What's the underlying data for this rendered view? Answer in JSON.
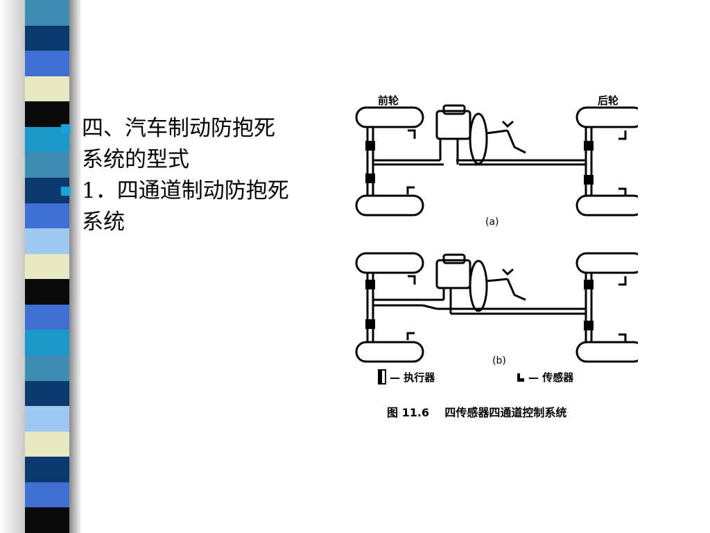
{
  "slide": {
    "bullets": [
      {
        "text": "四、汽车制动防抱死系统的型式"
      },
      {
        "text": "1．四通道制动防抱死系统"
      }
    ],
    "stripe_colors": [
      "#3d8db5",
      "#0a3a6e",
      "#3f6fd0",
      "#e8e8c0",
      "#0a0a0a",
      "#1a9ac8",
      "#3d8db5",
      "#0a3a6e",
      "#3f6fd0",
      "#9ec8f0",
      "#e8e8c0",
      "#0a0a0a",
      "#3f6fd0",
      "#1a9ac8",
      "#3d8db5",
      "#0a3a6e",
      "#9ec8f0",
      "#e8e8c0",
      "#0a3a6e",
      "#3f6fd0",
      "#0a0a0a"
    ]
  },
  "figure": {
    "label_front": "前轮",
    "label_rear": "后轮",
    "label_a": "(a)",
    "label_b": "(b)",
    "legend_actuator": "— 执行器",
    "legend_sensor": "— 传感器",
    "caption": "图 11.6    四传感器四通道控制系统"
  }
}
